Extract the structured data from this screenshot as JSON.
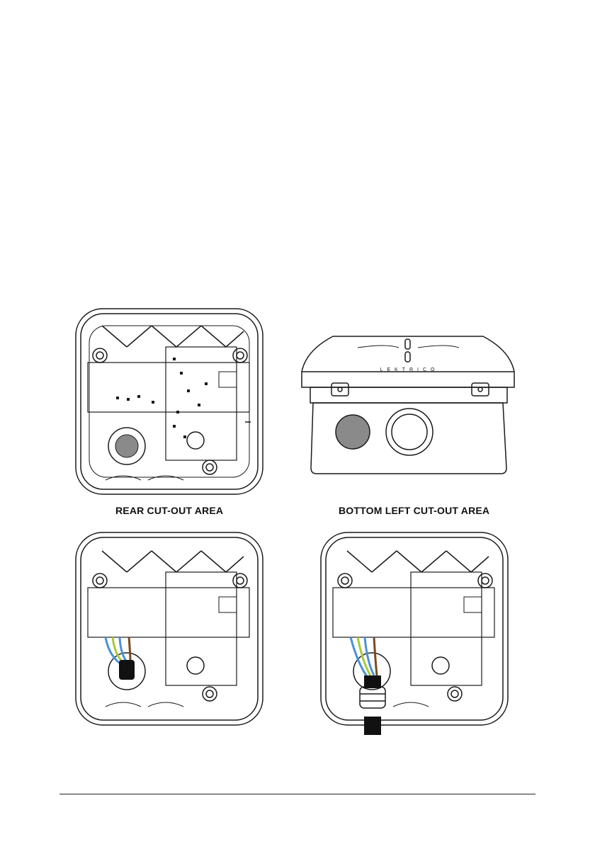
{
  "figures": {
    "rear": {
      "caption": "REAR CUT-OUT AREA"
    },
    "bottom_left": {
      "caption": "BOTTOM LEFT CUT-OUT AREA",
      "logo_text": "LEKTRICO"
    }
  },
  "colors": {
    "outline": "#1a1a1a",
    "wire_blue": "#4a90d9",
    "wire_green_yellow": "#a8c838",
    "wire_brown": "#7a4a1e",
    "gland_black": "#111111"
  }
}
